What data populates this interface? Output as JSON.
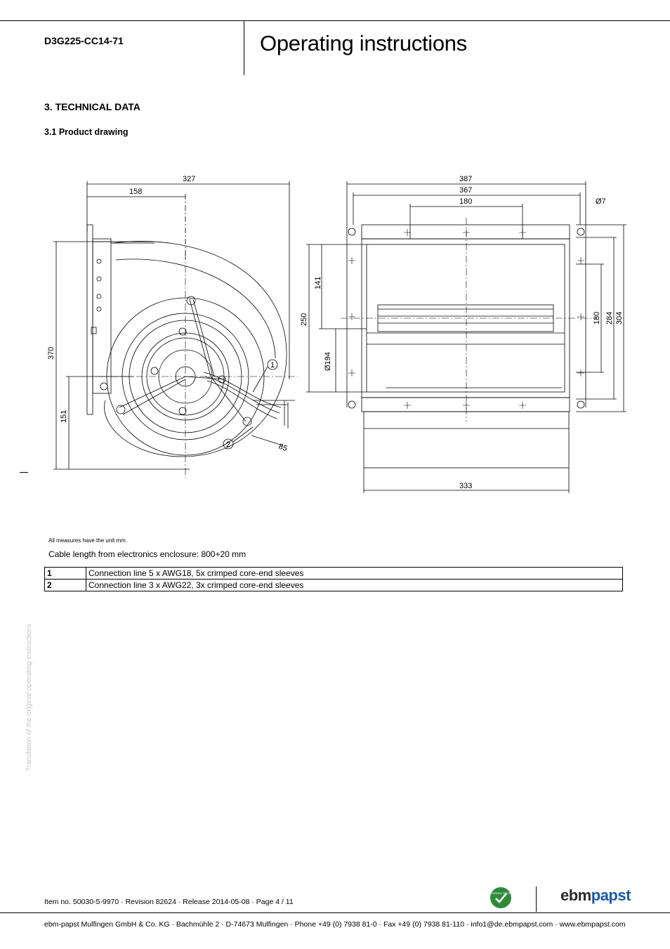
{
  "header": {
    "doc_id": "D3G225-CC14-71",
    "title": "Operating instructions"
  },
  "section": {
    "heading": "3. TECHNICAL DATA",
    "subheading": "3.1 Product drawing"
  },
  "drawing": {
    "left_view": {
      "dims": {
        "width_total": "327",
        "width_partial": "158",
        "height_total": "370",
        "height_partial": "151",
        "angle": "85"
      },
      "callouts": [
        "1",
        "2"
      ]
    },
    "right_view": {
      "dims": {
        "width_outer": "387",
        "width_mid": "367",
        "width_inner": "180",
        "hole": "Ø7",
        "height_250": "250",
        "height_141": "141",
        "diameter": "Ø194",
        "height_180": "180",
        "height_284": "284",
        "height_304": "304",
        "width_bottom": "333"
      }
    }
  },
  "notes": {
    "unit": "All measures have the unit mm.",
    "cable": "Cable length from electronics enclosure: 800+20 mm"
  },
  "legend": [
    {
      "num": "1",
      "text": "Connection line 5 x AWG18, 5x crimped core-end sleeves"
    },
    {
      "num": "2",
      "text": "Connection line 3 x AWG22, 3x crimped core-end sleeves"
    }
  ],
  "side_note": "Translation of the original operating instructions",
  "footer": {
    "item": "Item no. 50030-5-9970 · Revision 82624 · Release 2014-05-08 · Page 4 / 11",
    "address": "ebm-papst Mulfingen GmbH & Co. KG · Bachmühle 2 · D-74673 Mulfingen · Phone +49 (0) 7938 81-0 · Fax +49 (0) 7938 81-110 · info1@de.ebmpapst.com · www.ebmpapst.com",
    "badge_text": "GREEN TECH",
    "brand_part1": "ebm",
    "brand_part2": "papst"
  },
  "colors": {
    "brand_blue": "#1b5aa6",
    "badge_green": "#2e8b3a",
    "side_note_gray": "#c4c4c4"
  }
}
